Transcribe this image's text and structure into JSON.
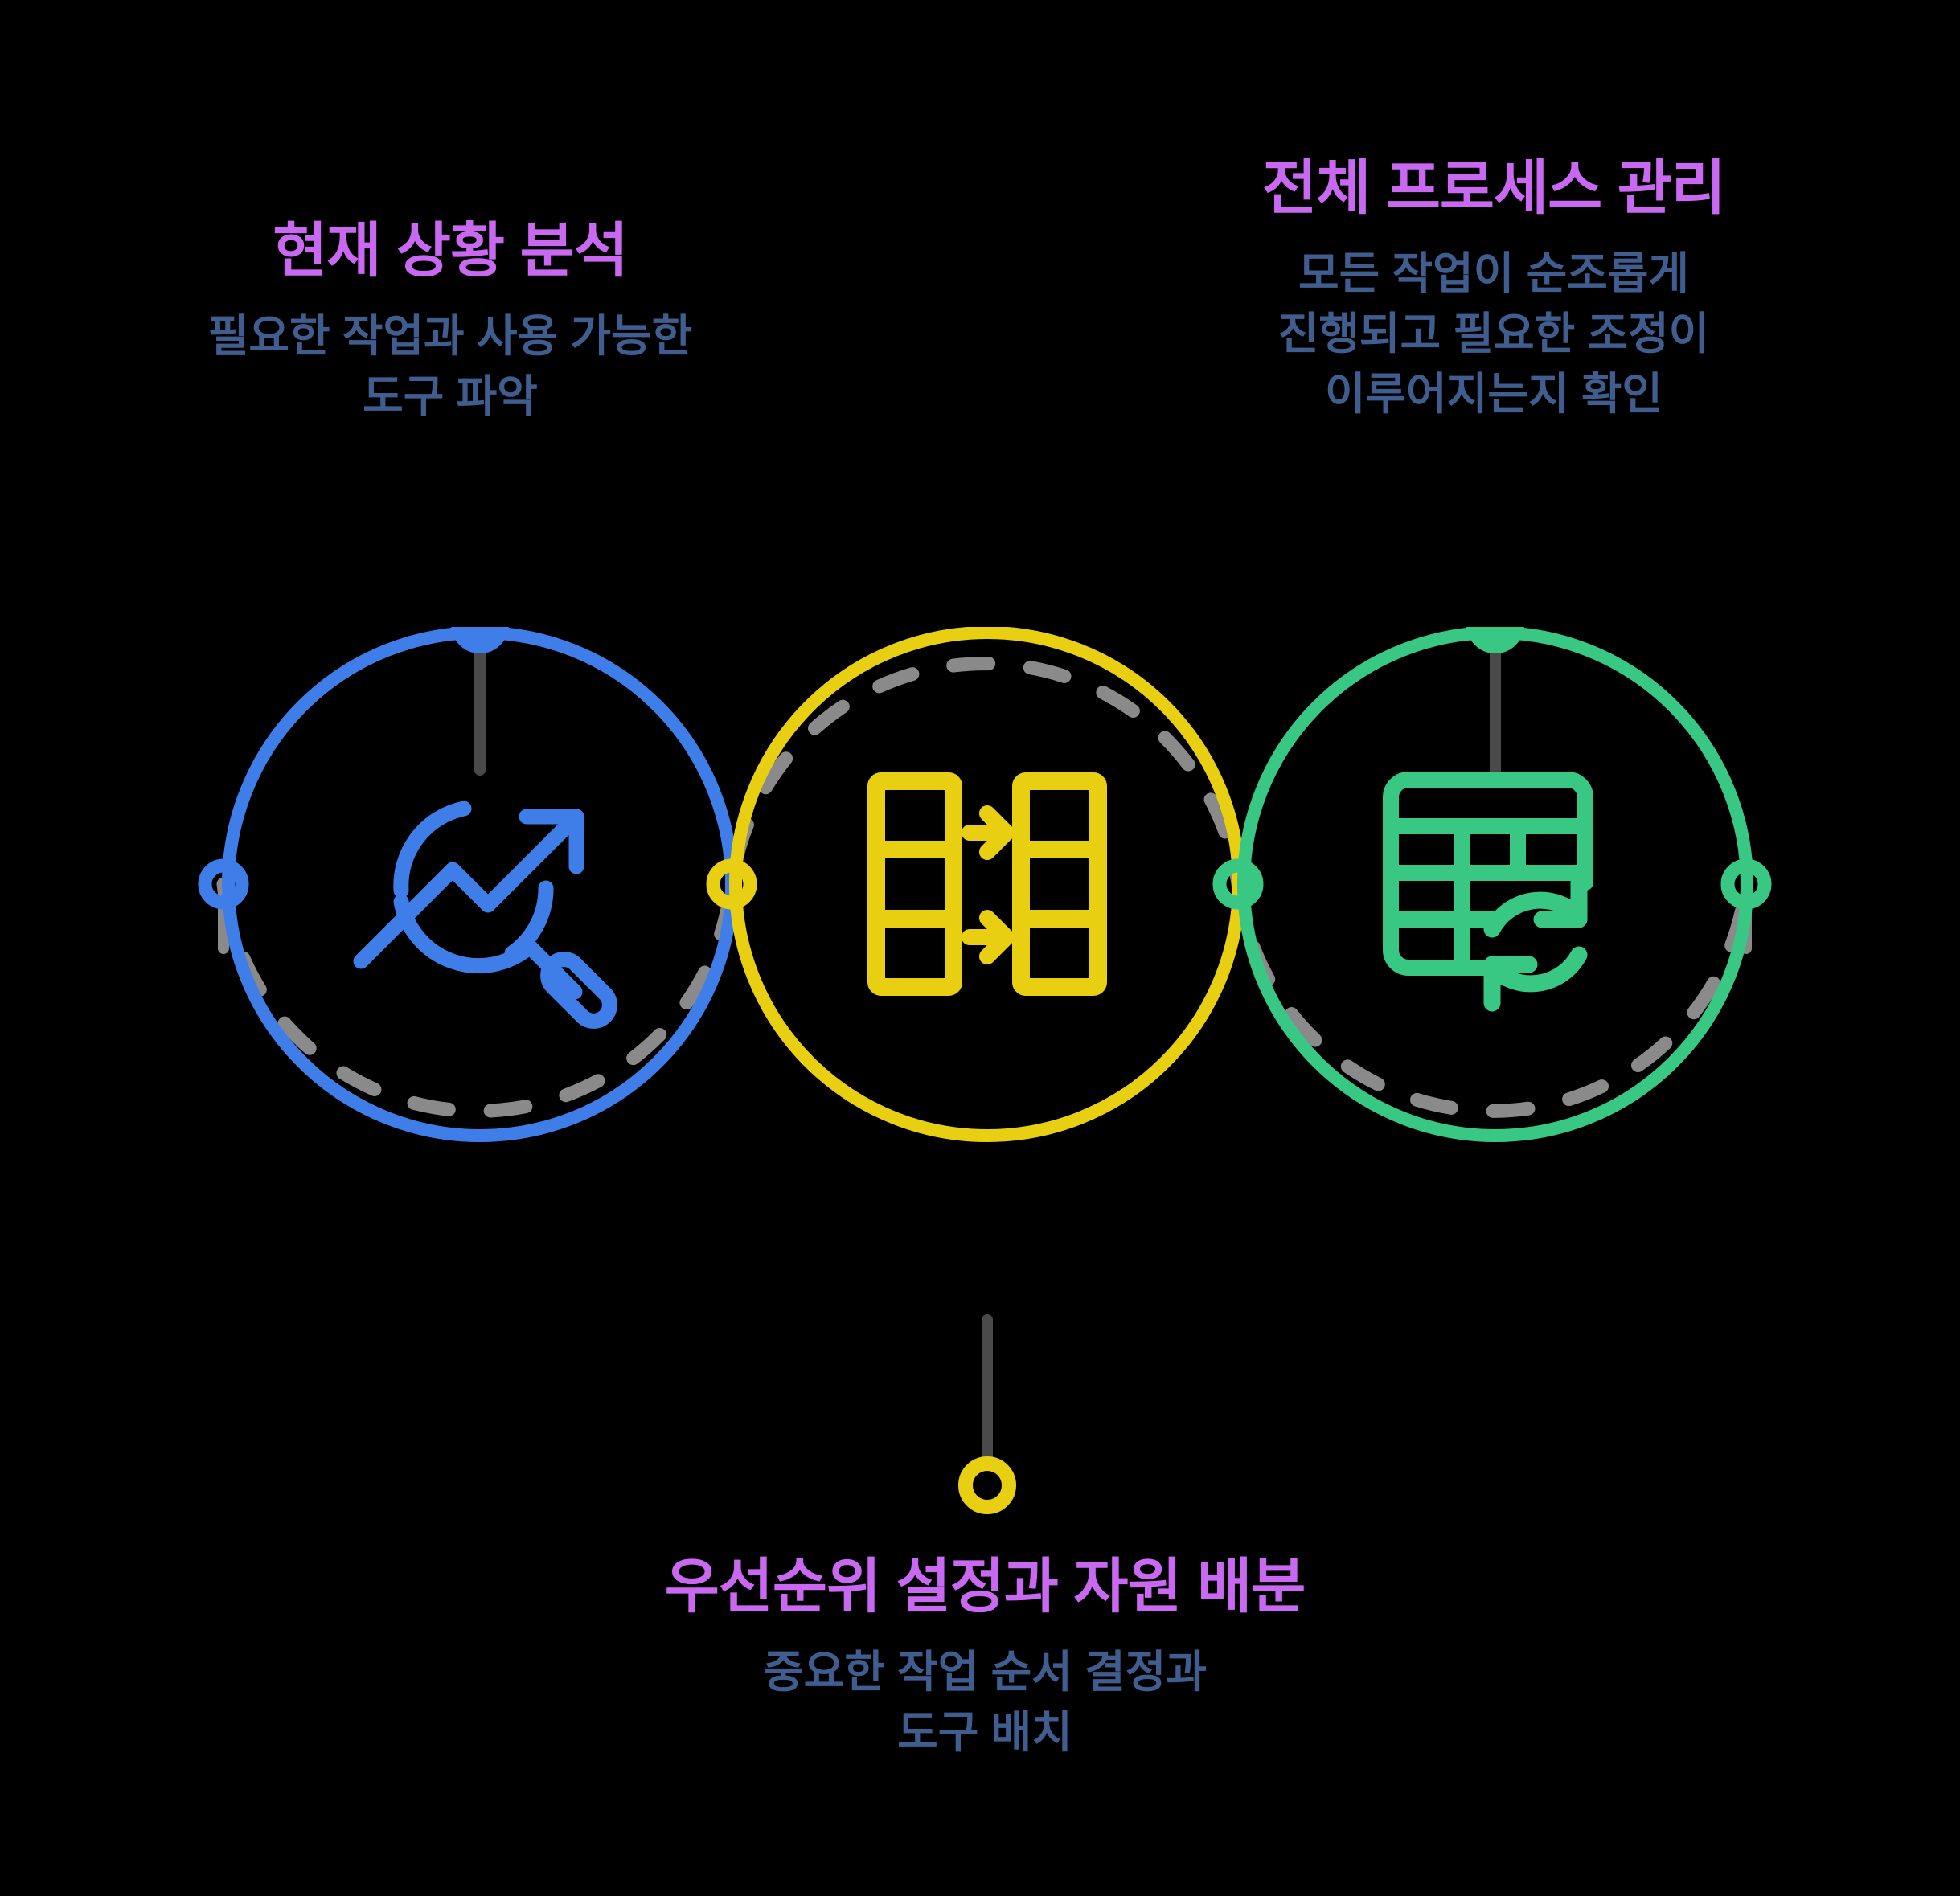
{
  "theme": {
    "background": "#000000",
    "title_color": "#c969f2",
    "subtitle_color": "#3f5e8f",
    "connector_gray": "#4a4a4a",
    "dashed_gray": "#8a8a8a",
    "node_blue": "#3f7ee8",
    "node_yellow": "#e8cf12",
    "node_green": "#38c884"
  },
  "blocks": {
    "analyze": {
      "title": "현재 상황 분석",
      "subtitle_line1": "필요한 작업과 사용 가능한",
      "subtitle_line2": "도구 파악"
    },
    "manage": {
      "title": "전체 프로세스 관리",
      "subtitle_line1": "모든 작업이 순조롭게",
      "subtitle_line2": "진행되고 필요한 조정이",
      "subtitle_line3": "이루어지는지 확인"
    },
    "priority": {
      "title": "우선순위 설정과 자원 배분",
      "subtitle_line1": "중요한 작업 순서 결정과",
      "subtitle_line2": "도구 배치"
    }
  },
  "nodes": [
    {
      "id": "analyze",
      "color": "#3f7ee8",
      "icon": "trend-magnifier-icon"
    },
    {
      "id": "priority",
      "color": "#e8cf12",
      "icon": "task-board-transfer-icon"
    },
    {
      "id": "manage",
      "color": "#38c884",
      "icon": "table-sync-icon"
    }
  ]
}
